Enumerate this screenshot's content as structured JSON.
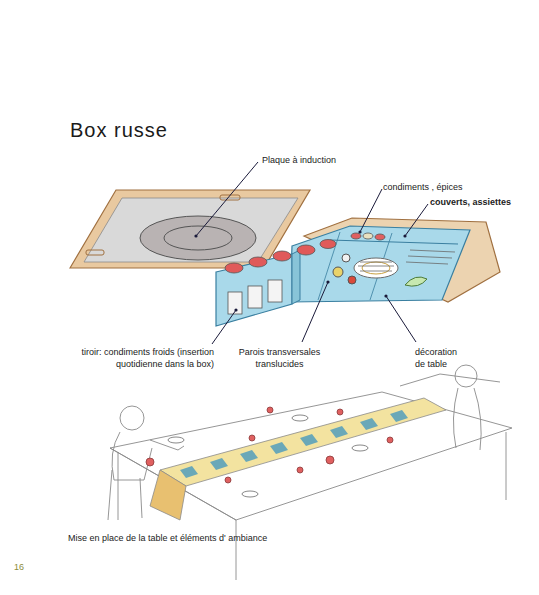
{
  "diagram": {
    "title": "Box russe",
    "caption": "Mise en place de la table et éléments d' ambiance",
    "labels": [
      "Plaque à induction",
      "condiments , épices",
      "couverts, assiettes",
      "tiroir: condiments froids (insertion quotidienne dans la box)",
      "Parois transversales translucides",
      "décoration de table",
      "16"
    ]
  }
}
